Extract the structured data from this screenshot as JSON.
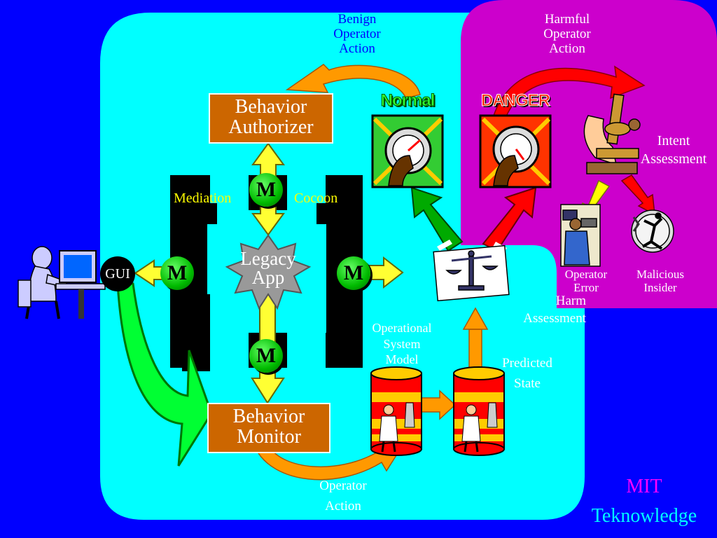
{
  "colors": {
    "background": "#0000ff",
    "cyan_panel": "#00ffff",
    "magenta_panel": "#cc00cc",
    "orange_box": "#cc6600",
    "mediator_green": "#00cc00",
    "label_yellow": "#ffff00",
    "label_blue": "#0000ff",
    "label_white": "#ffffff",
    "mit_magenta": "#ff00ff",
    "teknowledge_cyan": "#00ffff"
  },
  "labels": {
    "benign_action": "Benign\nOperator\nAction",
    "harmful_action": "Harmful\nOperator\nAction",
    "behavior_authorizer": "Behavior\nAuthorizer",
    "behavior_monitor": "Behavior\nMonitor",
    "mediation": "Mediation",
    "cocoon": "Cocoon",
    "legacy_app": "Legacy\nApp",
    "gui": "GUI",
    "mediator_letter": "M",
    "intent_assessment": "Intent\nAssessment",
    "operator_error": "Operator\nError",
    "malicious_insider": "Malicious\nInsider",
    "harm_assessment": "Harm\nAssessment",
    "operational_system_model": "Operational\nSystem\nModel",
    "predicted_state": "Predicted\nState",
    "operator_action": "Operator\nAction",
    "mit": "MIT",
    "teknowledge": "Teknowledge"
  },
  "signs": {
    "normal": "Normal",
    "danger": "DANGER"
  },
  "icons": {
    "user": "person-at-computer-icon",
    "normal_gauge": "normal-gauge-icon",
    "danger_gauge": "danger-gauge-icon",
    "microscope": "microscope-icon",
    "operator_error": "operator-error-icon",
    "malicious_insider": "malicious-insider-icon",
    "scales": "scales-icon",
    "scientist_cylinder": "scientist-cylinder-icon"
  }
}
